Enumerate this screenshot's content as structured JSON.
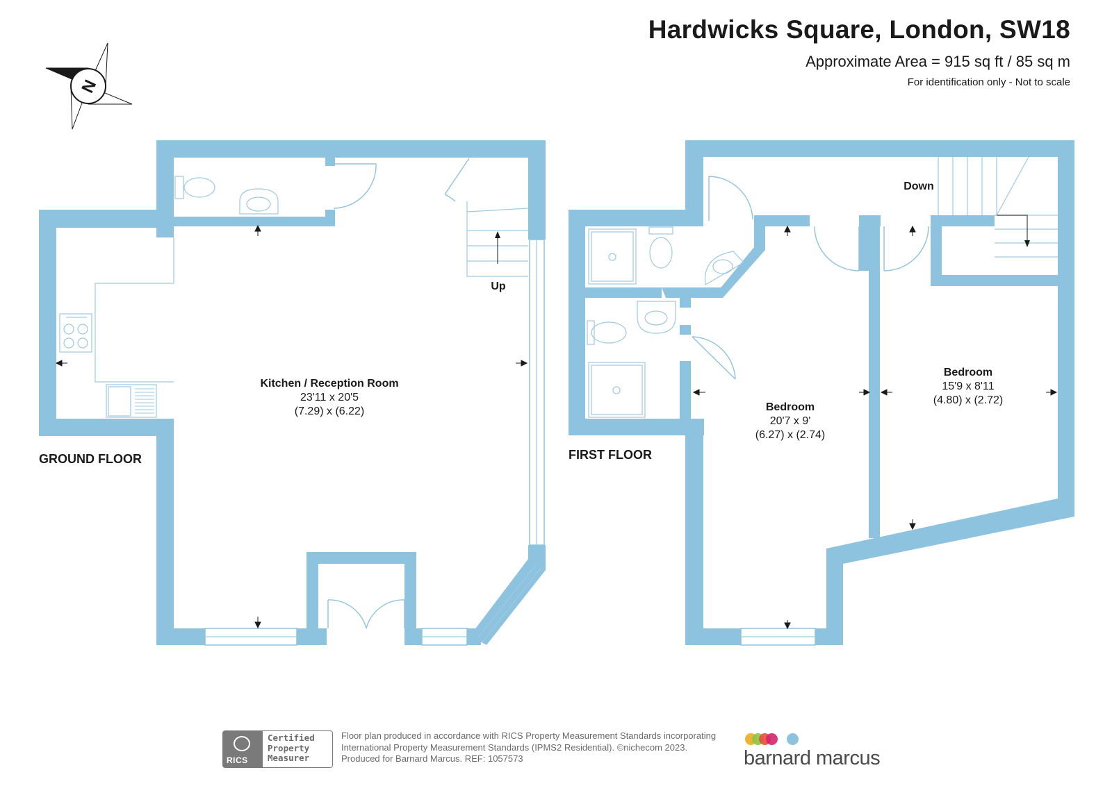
{
  "header": {
    "title": "Hardwicks Square, London, SW18",
    "area": "Approximate Area = 915 sq ft / 85 sq m",
    "disclaimer": "For identification only - Not to scale"
  },
  "compass": {
    "label": "N"
  },
  "ground_floor": {
    "label": "GROUND FLOOR",
    "stairs_label": "Up",
    "rooms": [
      {
        "name": "Kitchen / Reception Room",
        "imperial": "23'11 x 20'5",
        "metric": "(7.29) x (6.22)"
      }
    ]
  },
  "first_floor": {
    "label": "FIRST FLOOR",
    "stairs_label": "Down",
    "rooms": [
      {
        "name": "Bedroom",
        "imperial": "20'7 x 9'",
        "metric": "(6.27) x (2.74)"
      },
      {
        "name": "Bedroom",
        "imperial": "15'9 x 8'11",
        "metric": "(4.80) x (2.72)"
      }
    ]
  },
  "footer": {
    "rics_mark": "RICS",
    "rics_badge": [
      "Certified",
      "Property",
      "Measurer"
    ],
    "text_lines": [
      "Floor plan produced in accordance with RICS Property Measurement Standards incorporating",
      "International Property Measurement Standards (IPMS2 Residential).  ©nichecom 2023.",
      "Produced for Barnard Marcus.   REF:  1057573"
    ],
    "brand": "barnard marcus"
  },
  "colors": {
    "wall": "#8ec3df",
    "text": "#1a1a1a",
    "brand_dots": [
      "#f2b233",
      "#8cc63f",
      "#e94e3d",
      "#d6246f",
      "#8ec3df"
    ]
  }
}
